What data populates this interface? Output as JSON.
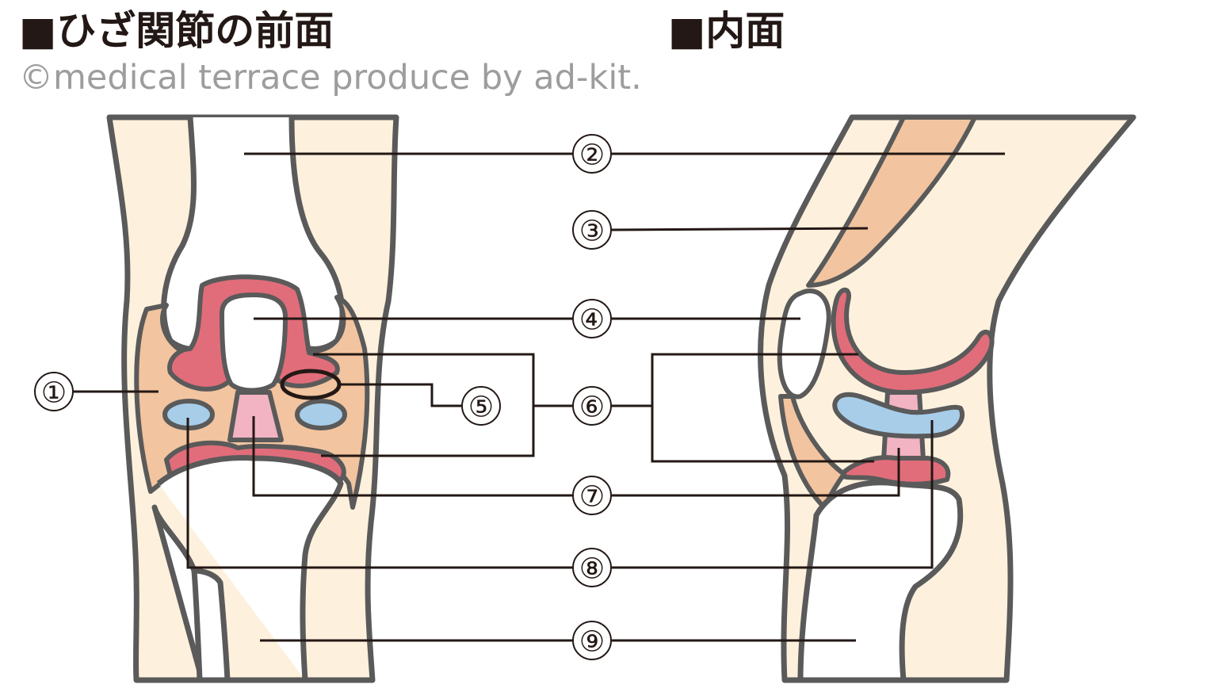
{
  "titles": {
    "front": "■ひざ関節の前面",
    "side": "■内面"
  },
  "copyright": "©medical terrace produce by ad-kit.",
  "labels": [
    "①",
    "②",
    "③",
    "④",
    "⑤",
    "⑥",
    "⑦",
    "⑧",
    "⑨"
  ],
  "colors": {
    "skin": "#fdf1dd",
    "outline": "#5a5a5a",
    "muscle": "#f2c49f",
    "cartilage": "#e16d7a",
    "meniscus": "#a7cde9",
    "ligament": "#f2b3c2",
    "bone": "#ffffff",
    "line": "#231815"
  }
}
